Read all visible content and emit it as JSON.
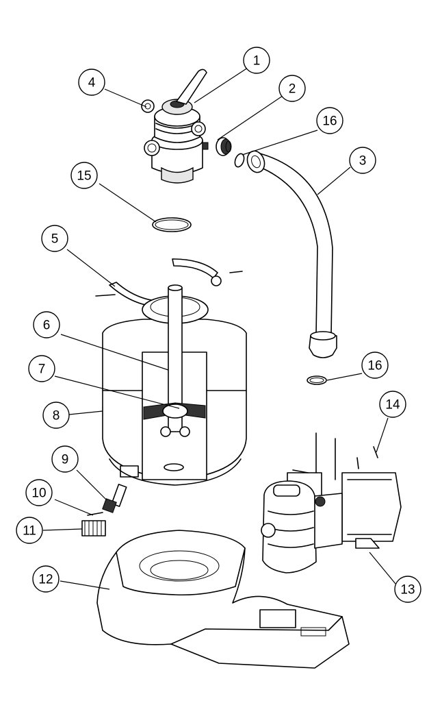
{
  "callouts": [
    {
      "id": "1",
      "label": "1"
    },
    {
      "id": "2",
      "label": "2"
    },
    {
      "id": "3",
      "label": "3"
    },
    {
      "id": "4",
      "label": "4"
    },
    {
      "id": "5",
      "label": "5"
    },
    {
      "id": "6",
      "label": "6"
    },
    {
      "id": "7",
      "label": "7"
    },
    {
      "id": "8",
      "label": "8"
    },
    {
      "id": "9",
      "label": "9"
    },
    {
      "id": "10",
      "label": "10"
    },
    {
      "id": "11",
      "label": "11"
    },
    {
      "id": "12",
      "label": "12"
    },
    {
      "id": "13",
      "label": "13"
    },
    {
      "id": "14",
      "label": "14"
    },
    {
      "id": "15",
      "label": "15"
    },
    {
      "id": "16a",
      "label": "16"
    },
    {
      "id": "16b",
      "label": "16"
    }
  ]
}
